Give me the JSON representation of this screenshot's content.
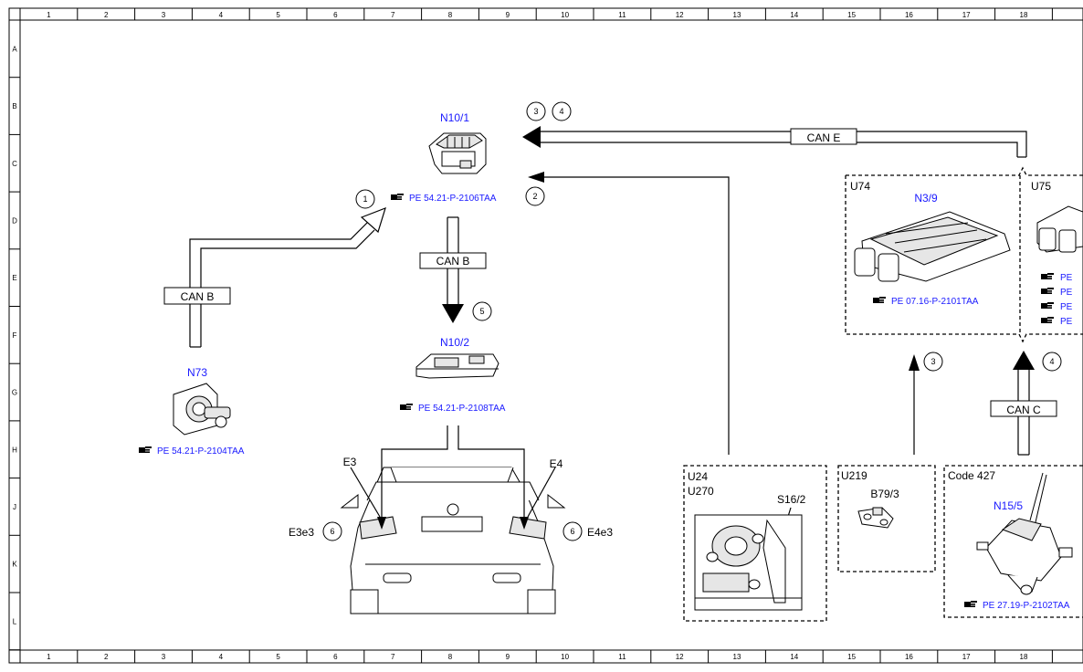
{
  "grid": {
    "columns": [
      "1",
      "2",
      "3",
      "4",
      "5",
      "6",
      "7",
      "8",
      "9",
      "10",
      "11",
      "12",
      "13",
      "14",
      "15",
      "16",
      "17",
      "18"
    ],
    "rows": [
      "A",
      "B",
      "C",
      "D",
      "E",
      "F",
      "G",
      "H",
      "J",
      "K",
      "L"
    ]
  },
  "components": {
    "n10_1": {
      "code": "N10/1",
      "ref": "PE 54.21-P-2106TAA"
    },
    "n10_2": {
      "code": "N10/2",
      "ref": "PE 54.21-P-2108TAA"
    },
    "n73": {
      "code": "N73",
      "ref": "PE 54.21-P-2104TAA"
    },
    "n3_9": {
      "code": "N3/9",
      "ref": "PE 07.16-P-2101TAA",
      "variant": "U74"
    },
    "u75": {
      "variant": "U75",
      "ref_stub": "PE"
    },
    "u24": {
      "variant_a": "U24",
      "variant_b": "U270",
      "switch": "S16/2"
    },
    "u219": {
      "variant": "U219",
      "sensor": "B79/3"
    },
    "code427": {
      "label": "Code 427",
      "code": "N15/5",
      "ref": "PE 27.19-P-2102TAA"
    }
  },
  "lamps": {
    "e3": "E3",
    "e4": "E4",
    "e3e3": "E3e3",
    "e4e3": "E4e3"
  },
  "buses": {
    "can_b": "CAN B",
    "can_e": "CAN E",
    "can_c": "CAN C"
  },
  "markers": {
    "m1": "1",
    "m2": "2",
    "m3": "3",
    "m4": "4",
    "m5": "5",
    "m6": "6"
  },
  "icons": {
    "reference": "pointing-hand-icon"
  },
  "colors": {
    "link_blue": "#1a1aff",
    "line": "#000000"
  }
}
